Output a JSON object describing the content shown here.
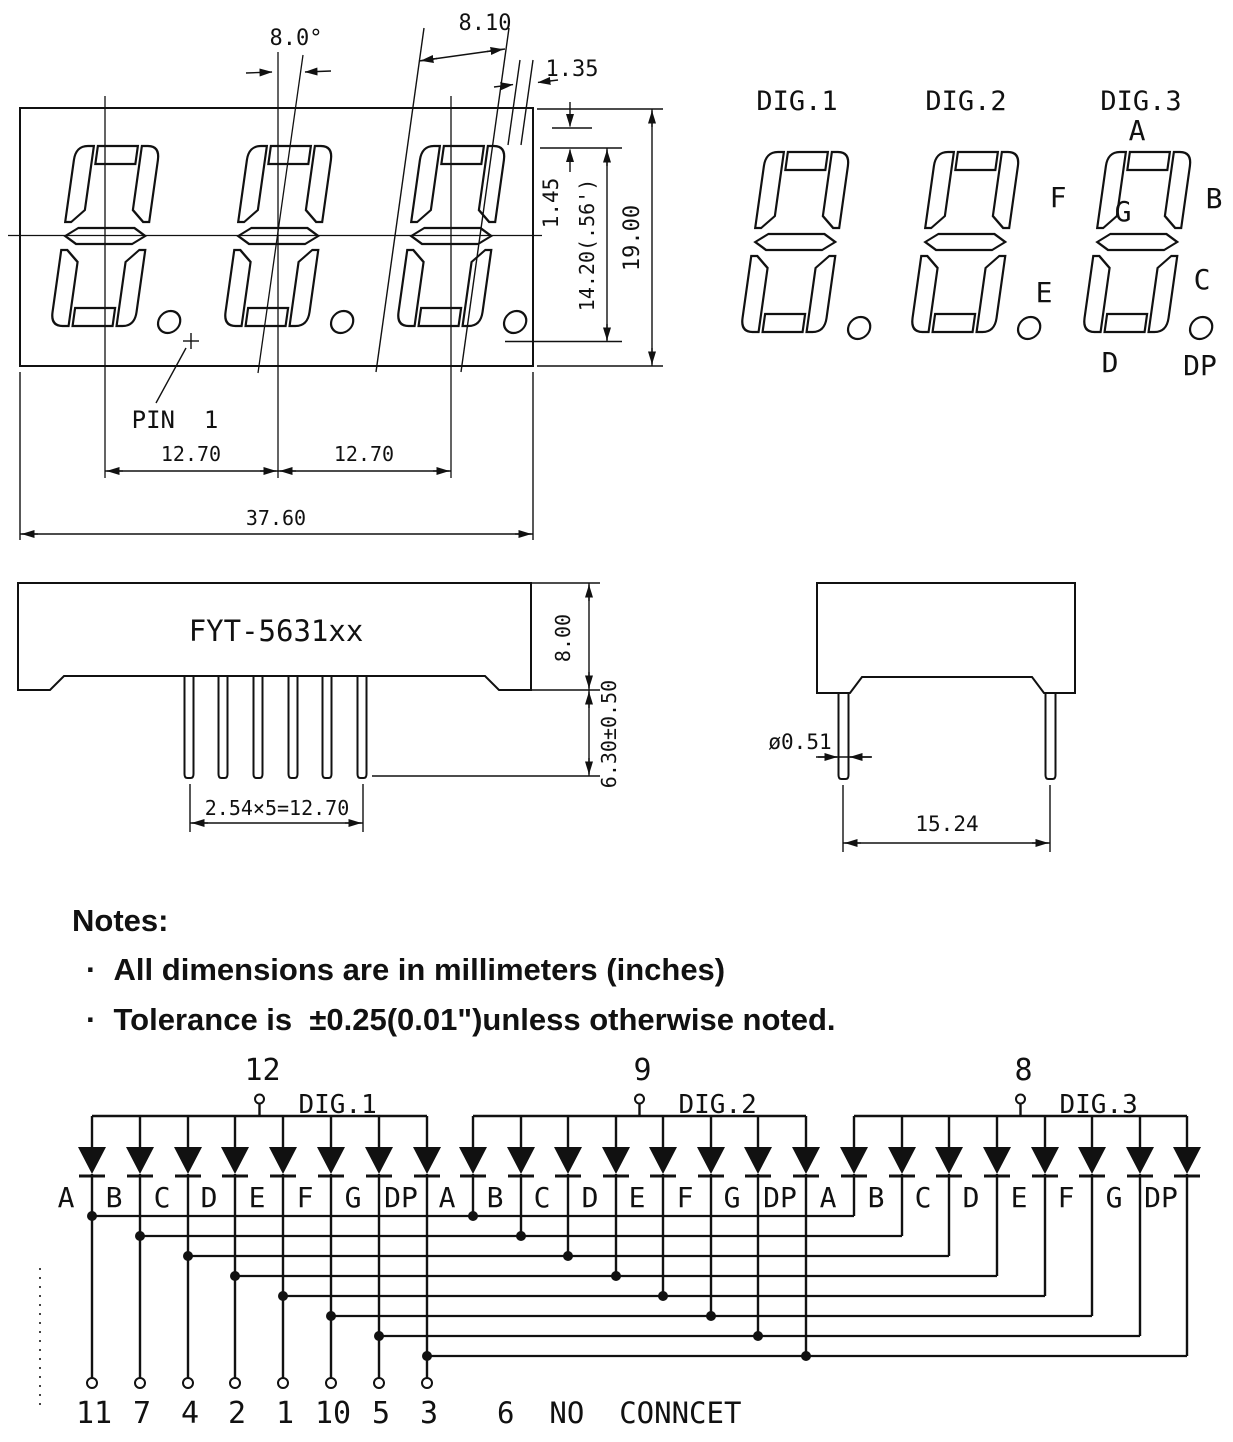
{
  "front_view": {
    "tilt_angle": "8.0°",
    "digit_width": "8.10",
    "segment_width": "1.35",
    "segment_height": "1.45",
    "digit_height": "14.20(.56')",
    "package_height": "19.00",
    "digit_pitch_1": "12.70",
    "digit_pitch_2": "12.70",
    "package_width": "37.60",
    "pin1_label": "PIN  1"
  },
  "segment_diagram": {
    "dig1": "DIG.1",
    "dig2": "DIG.2",
    "dig3": "DIG.3",
    "seg_a": "A",
    "seg_b": "B",
    "seg_c": "C",
    "seg_d": "D",
    "seg_e": "E",
    "seg_f": "F",
    "seg_g": "G",
    "seg_dp": "DP"
  },
  "rear_view": {
    "part_number": "FYT-5631xx",
    "body_height": "8.00",
    "pin_length": "6.30±0.50",
    "pin_pitch": "2.54×5=12.70"
  },
  "side_view": {
    "pin_diameter": "ø0.51",
    "pin_row_spacing": "15.24"
  },
  "notes": {
    "title": "Notes:",
    "line1": "·  All dimensions are in millimeters (inches)",
    "line2": "·  Tolerance is  ±0.25(0.01\")unless otherwise noted."
  },
  "schematic": {
    "segments": [
      "A",
      "B",
      "C",
      "D",
      "E",
      "F",
      "G",
      "DP"
    ],
    "groups": [
      {
        "label": "DIG.1",
        "pin": "12"
      },
      {
        "label": "DIG.2",
        "pin": "9"
      },
      {
        "label": "DIG.3",
        "pin": "8"
      }
    ],
    "bottom_pins": [
      "11",
      "7",
      "4",
      "2",
      "1",
      "10",
      "5",
      "3"
    ],
    "nc_note": "6  NO  CONNCET"
  },
  "colors": {
    "ink": "#111111",
    "paper": "#ffffff"
  }
}
